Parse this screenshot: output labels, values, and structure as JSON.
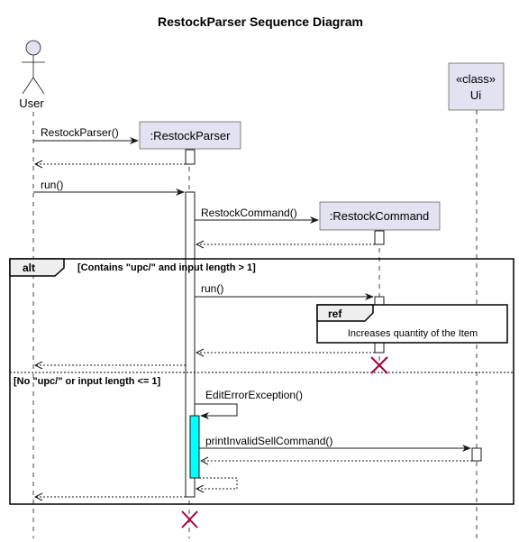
{
  "title": "RestockParser Sequence Diagram",
  "participants": {
    "user": "User",
    "parser": ":RestockParser",
    "command": ":RestockCommand",
    "ui_stereotype": "«class»",
    "ui": "Ui"
  },
  "messages": {
    "m1": "RestockParser()",
    "m2": "run()",
    "m3": "RestockCommand()",
    "m4": "run()",
    "m5": "EditErrorException()",
    "m6": "printInvalidSellCommand()"
  },
  "alt": {
    "keyword": "alt",
    "guard1": "[Contains \"upc/\" and input length > 1]",
    "guard2": "[No \"upc/\" or input length <= 1]"
  },
  "ref": {
    "keyword": "ref",
    "text": "Increases quantity of the Item"
  },
  "colors": {
    "participant_fill": "#E2E2F0",
    "activation_highlight": "#00FFFF",
    "destroy_mark": "#A80036"
  }
}
